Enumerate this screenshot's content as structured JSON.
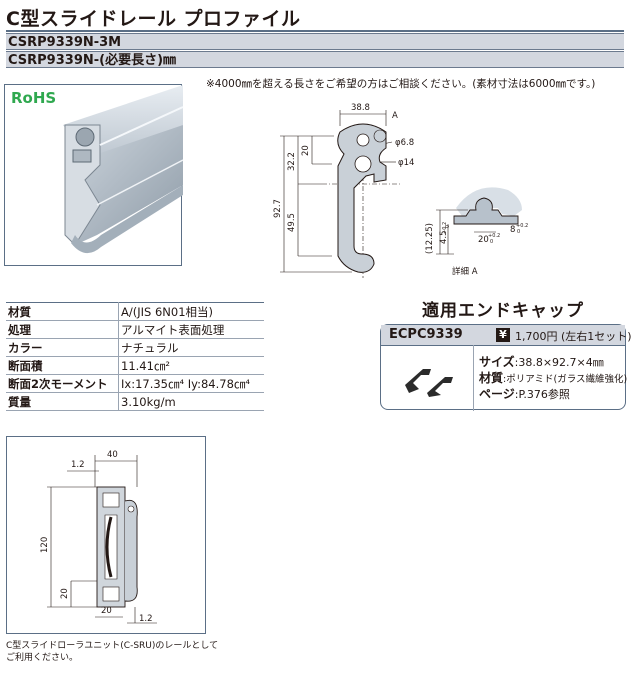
{
  "title": "C型スライドレール プロファイル",
  "part_numbers": [
    "CSRP9339N-3M",
    "CSRP9339N-(必要長さ)㎜"
  ],
  "length_note": "※4000㎜を超える長さをご希望の方はご相談ください。(素材寸法は6000㎜です。)",
  "rohs_label": "RoHS",
  "profile_dims": {
    "width": "38.8",
    "label_a": "A",
    "hole_small": "φ6.8",
    "hole_large": "φ14",
    "h_total": "92.7",
    "h_upper": "32.2",
    "h_top": "20",
    "h_lower": "49.5"
  },
  "detail_dims": {
    "height": "(12.25)",
    "tol_v": "4.5",
    "tol_v_plus": "+0.2",
    "tol_v_minus": "0",
    "slot": "20",
    "slot_plus": "+0.2",
    "slot_minus": "0",
    "side": "8",
    "side_plus": "+0.2",
    "side_minus": "0",
    "label": "詳細 A"
  },
  "specs": [
    {
      "key": "材質",
      "value": "A/(JIS 6N01相当)"
    },
    {
      "key": "処理",
      "value": "アルマイト表面処理"
    },
    {
      "key": "カラー",
      "value": "ナチュラル"
    },
    {
      "key": "断面積",
      "value": "11.41㎝²"
    },
    {
      "key": "断面2次モーメント",
      "value": "Ix:17.35㎝⁴ Iy:84.78㎝⁴"
    },
    {
      "key": "質量",
      "value": "3.10kg/m"
    }
  ],
  "end_cap": {
    "heading": "適用エンドキャップ",
    "code": "ECPC9339",
    "yen": "¥",
    "price": "1,700円 (左右1セット)",
    "size_label": "サイズ",
    "size_value": ":38.8×92.7×4㎜",
    "material_label": "材質",
    "material_value": ":ポリアミド(ガラス繊維強化)",
    "page_label": "ページ",
    "page_value": ":P.376参照"
  },
  "assembly_dims": {
    "width": "40",
    "t_top": "1.2",
    "height": "120",
    "h_small": "20",
    "w_small": "20",
    "t_bottom": "1.2"
  },
  "caption": "C型スライドローラユニット(C-SRU)のレールとしてご利用ください。"
}
